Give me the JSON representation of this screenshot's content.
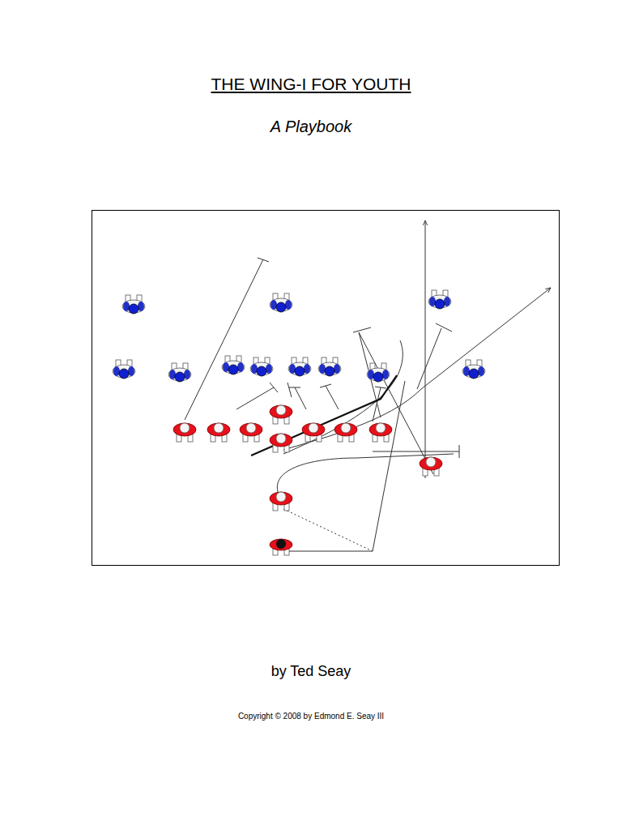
{
  "diagram": {
    "title": "THE WING-I FOR YOUTH",
    "labels": [
      "A Playbook",
      "by Ted Seay",
      "Copyright © 2008 by Edmond E. Seay III"
    ]
  }
}
